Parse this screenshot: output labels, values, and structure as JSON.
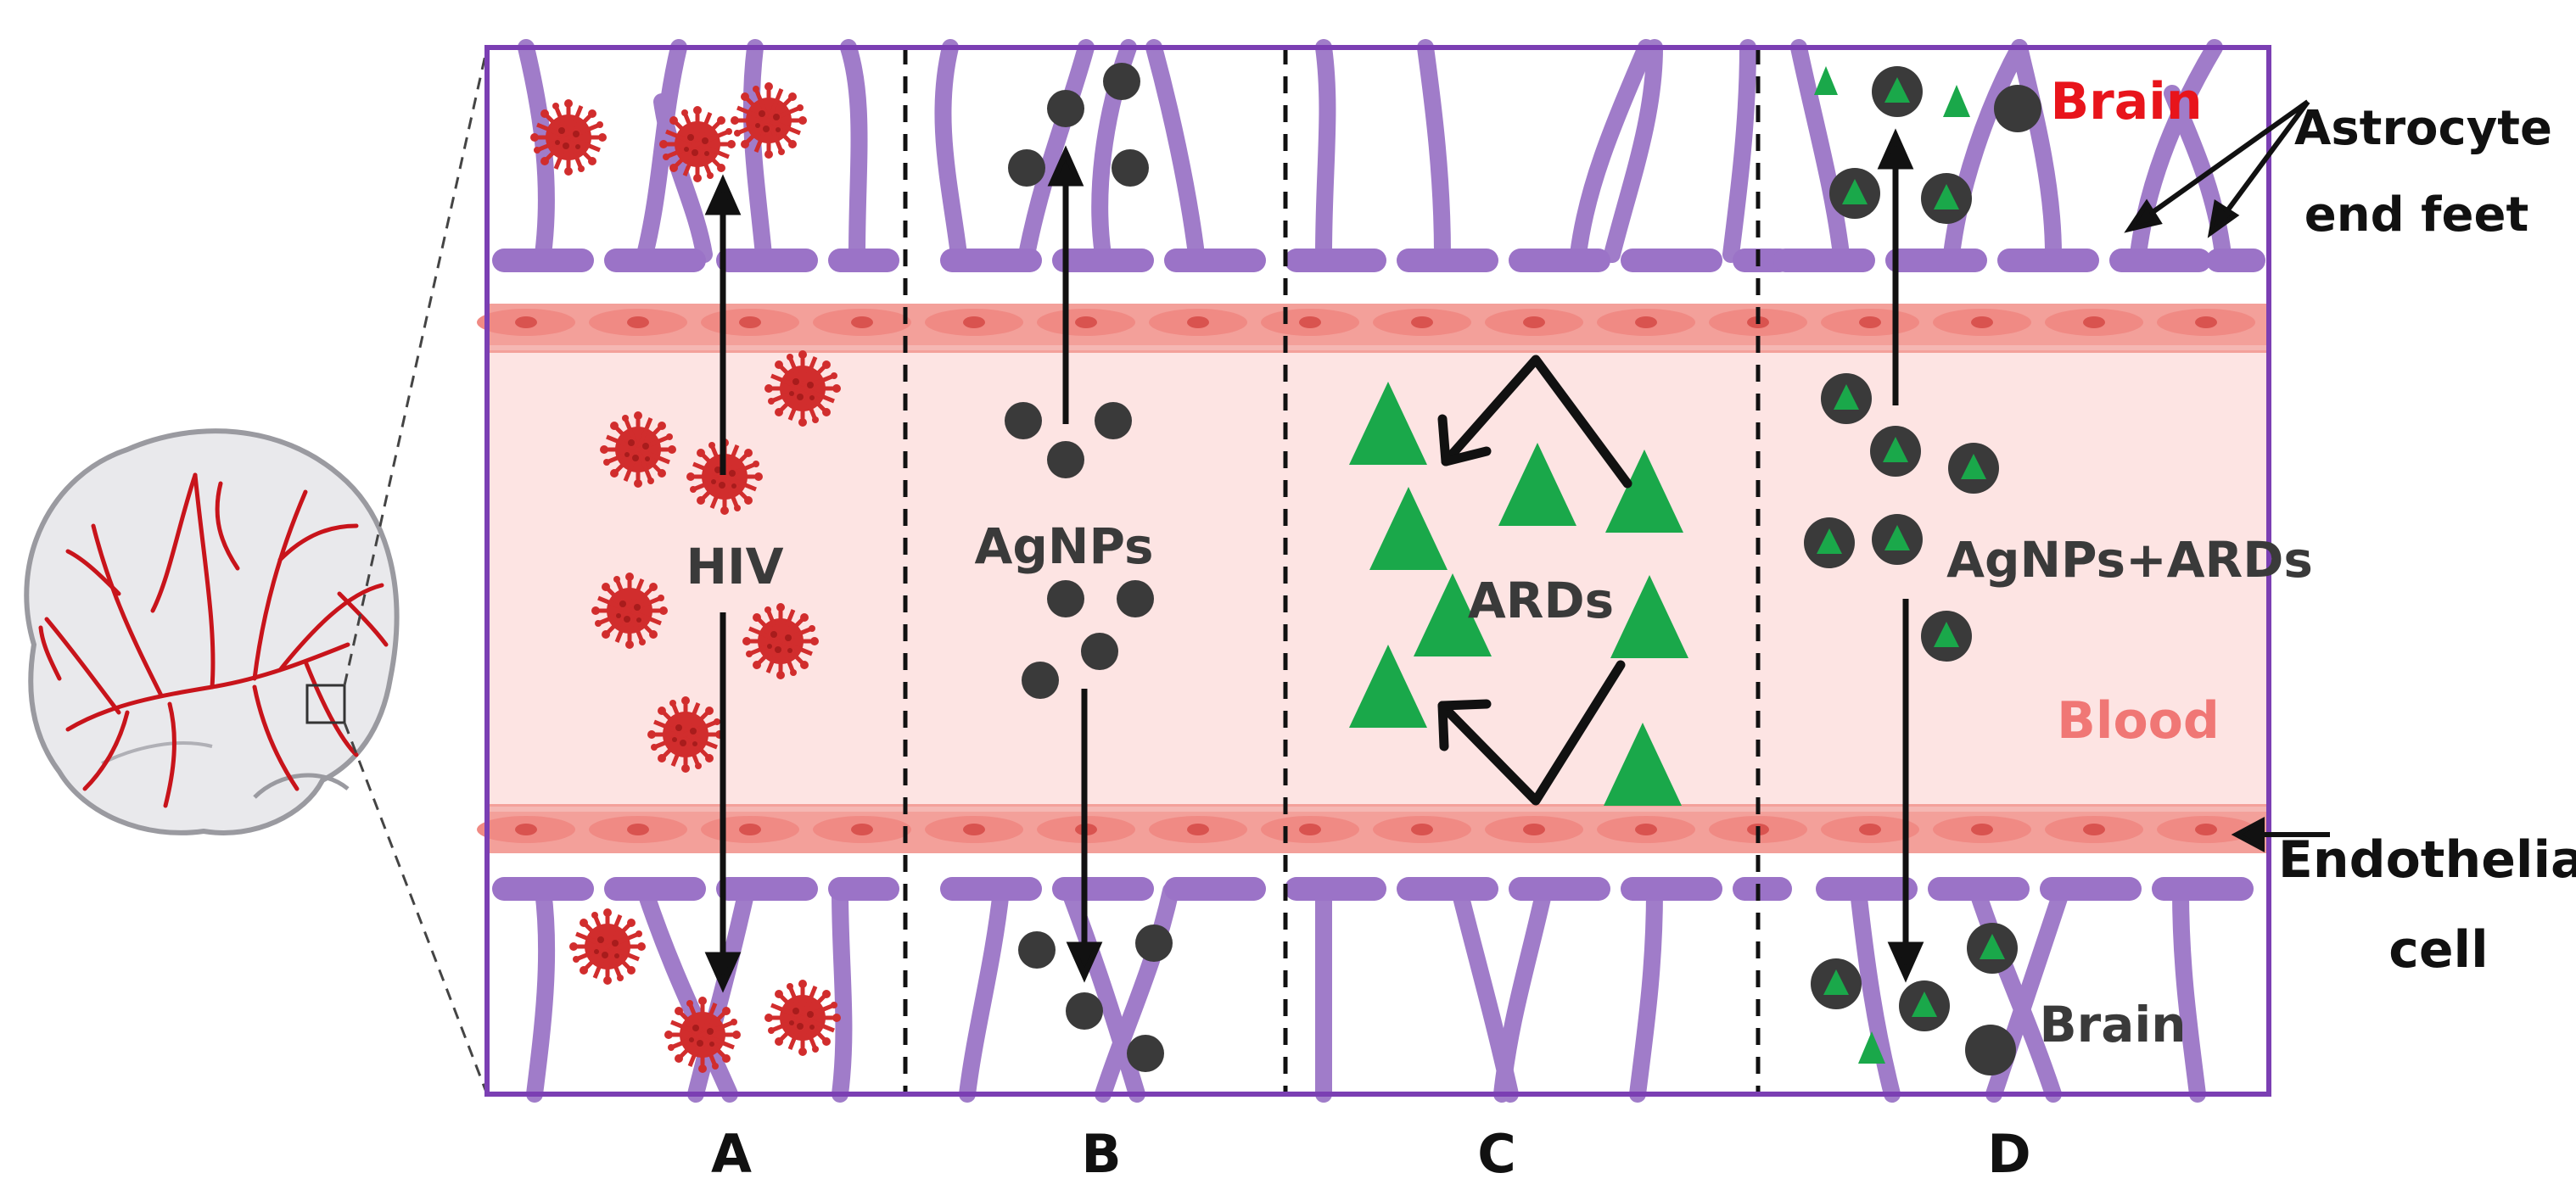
{
  "labels": {
    "brain_top": "Brain",
    "brain_bottom": "Brain",
    "blood": "Blood",
    "astrocyte_line1": "Astrocyte",
    "astrocyte_line2": "end feet",
    "endothelial_line1": "Endothelial",
    "endothelial_line2": "cell"
  },
  "panels": [
    {
      "letter": "A",
      "agent": "HIV"
    },
    {
      "letter": "B",
      "agent": "AgNPs"
    },
    {
      "letter": "C",
      "agent": "ARDs"
    },
    {
      "letter": "D",
      "agent": "AgNPs+ARDs"
    }
  ],
  "colors": {
    "frame": "#7b3fb3",
    "astrocyte": "#a07cc9",
    "astrocyte_dark": "#8a5fbd",
    "blood_bg": "#fde4e3",
    "endothelial": "#f19089",
    "endothelial_nucleus": "#e26b66",
    "hiv": "#d12d2d",
    "agnp": "#3a3a3a",
    "ard": "#1aa84a",
    "brain_label": "#e8141b",
    "blood_label": "#f07775",
    "text": "#3a3a3a",
    "brain_vessel": "#c8141b"
  }
}
